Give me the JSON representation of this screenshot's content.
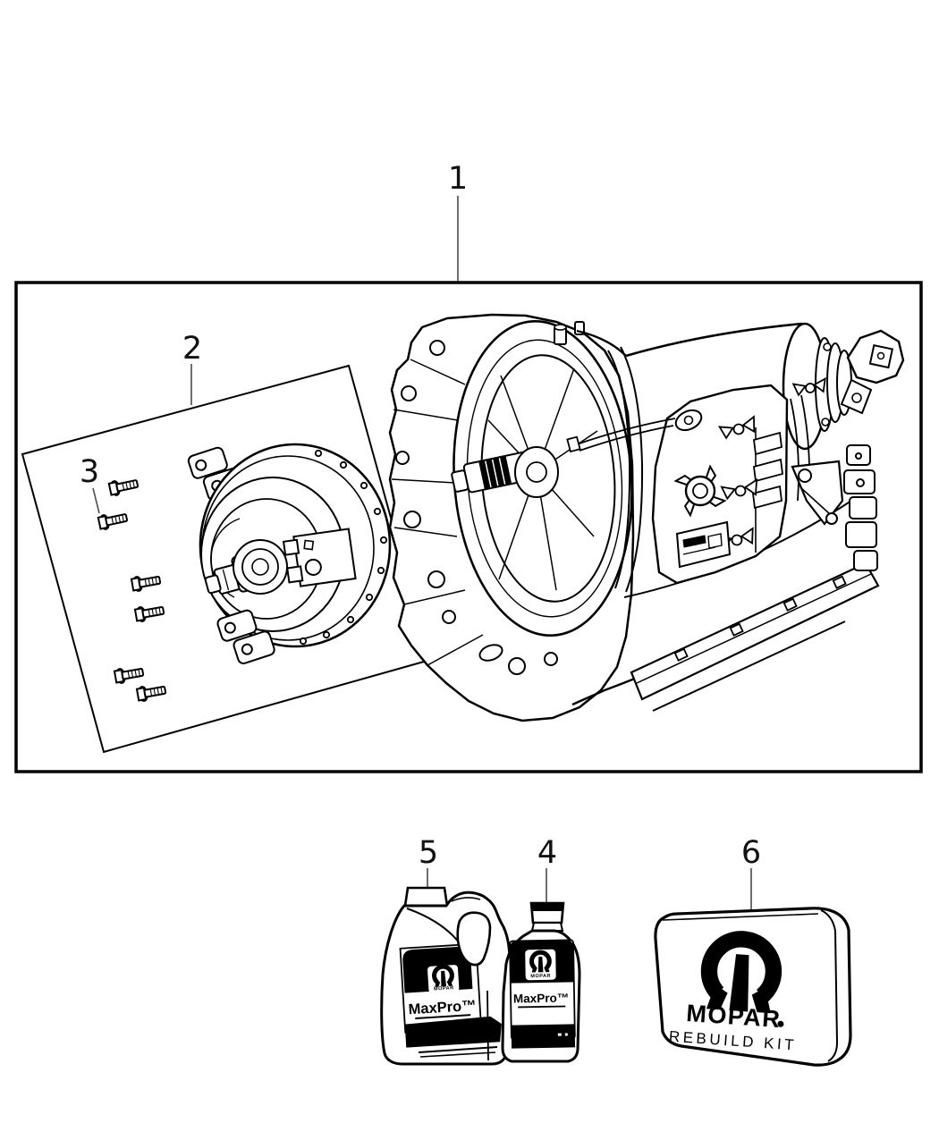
{
  "colors": {
    "background": "#ffffff",
    "line": "#000000",
    "leader_line": "#555555"
  },
  "callouts": {
    "c1": "1",
    "c2": "2",
    "c3": "3",
    "c4": "4",
    "c5": "5",
    "c6": "6"
  },
  "products": {
    "jug": {
      "brand": "MOPAR",
      "name": "MaxPro™"
    },
    "quart": {
      "brand": "MOPAR",
      "name": "MaxPro™"
    },
    "kit": {
      "brand": "MOPAR",
      "title": "REBUILD KIT"
    }
  }
}
